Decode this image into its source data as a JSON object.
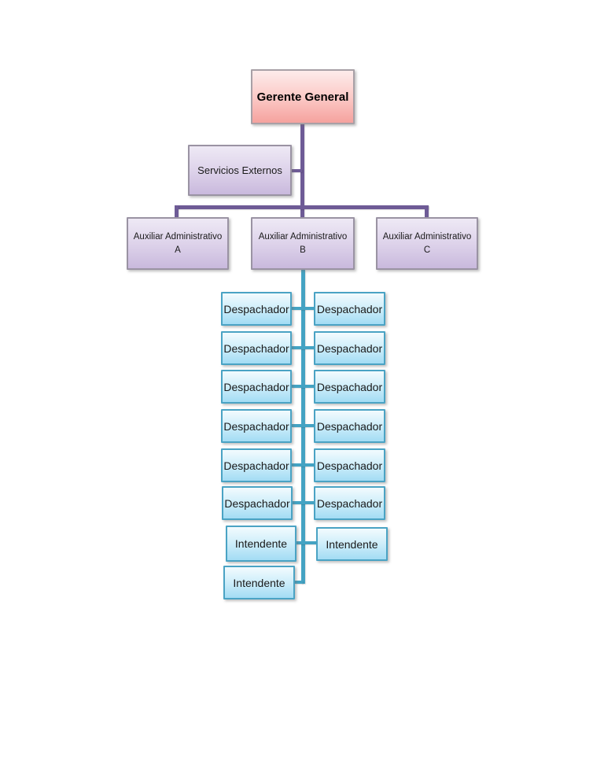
{
  "diagram": {
    "type": "org-chart",
    "root": {
      "label": "Gerente General"
    },
    "staff": {
      "label": "Servicios Externos"
    },
    "managers": [
      {
        "label": "Auxiliar Administrativo",
        "sublabel": "A"
      },
      {
        "label": "Auxiliar Administrativo",
        "sublabel": "B"
      },
      {
        "label": "Auxiliar Administrativo",
        "sublabel": "C"
      }
    ],
    "left_column": [
      "Despachador",
      "Despachador",
      "Despachador",
      "Despachador",
      "Despachador",
      "Despachador",
      "Intendente",
      "Intendente"
    ],
    "right_column": [
      "Despachador",
      "Despachador",
      "Despachador",
      "Despachador",
      "Despachador",
      "Despachador",
      "Intendente"
    ],
    "colors": {
      "root_fill_top": "#fdeceb",
      "root_fill_bottom": "#f5a29e",
      "root_border": "#a8a0a6",
      "manager_fill_top": "#eee9f5",
      "manager_fill_bottom": "#c9b9dd",
      "manager_border": "#9a93a3",
      "worker_fill_top": "#f2fbfe",
      "worker_fill_bottom": "#a3dcf4",
      "worker_border": "#4aa3c4",
      "purple_connector": "#6e5b96",
      "teal_connector": "#44a3c3"
    }
  }
}
